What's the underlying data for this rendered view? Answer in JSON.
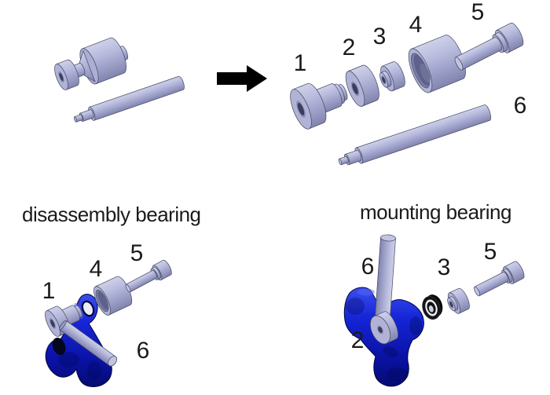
{
  "colors": {
    "background": "#ffffff",
    "text": "#1a1a1a",
    "arrow": "#000000",
    "metal_light": "#c2c5e2",
    "metal_mid": "#b0b3d6",
    "metal_dark": "#8487b0",
    "blue_part": "#0f1bc9",
    "bearing_seal": "#111111"
  },
  "icons": {
    "transform_arrow": "right-arrow"
  },
  "exploded_view": {
    "part_labels": [
      "1",
      "2",
      "3",
      "4",
      "5",
      "6"
    ]
  },
  "disassembly": {
    "title": "disassembly bearing",
    "part_labels": [
      "1",
      "4",
      "5",
      "6"
    ]
  },
  "mounting": {
    "title": "mounting bearing",
    "part_labels": [
      "6",
      "3",
      "5",
      "2"
    ]
  }
}
